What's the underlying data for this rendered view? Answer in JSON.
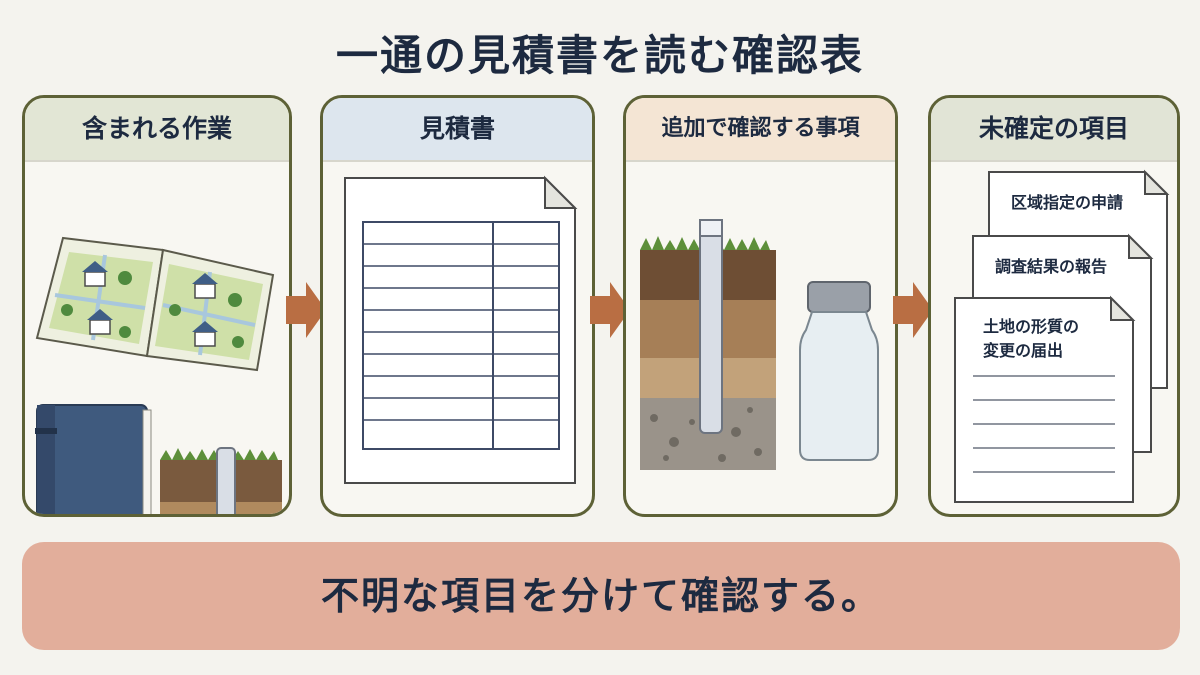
{
  "title": "一通の見積書を読む確認表",
  "panels": [
    {
      "label": "含まれる作業"
    },
    {
      "label": "見積書"
    },
    {
      "label": "追加で確認する事項"
    },
    {
      "label": "未確定の項目"
    }
  ],
  "documents": [
    "区域指定の申請",
    "調査結果の報告",
    "土地の形質の",
    "変更の届出"
  ],
  "banner": "不明な項目を分けて確認する。",
  "colors": {
    "panel_border": "#5d6136",
    "arrow": "#b96e43",
    "banner": "#e2ae9b",
    "text": "#1d2a40"
  }
}
